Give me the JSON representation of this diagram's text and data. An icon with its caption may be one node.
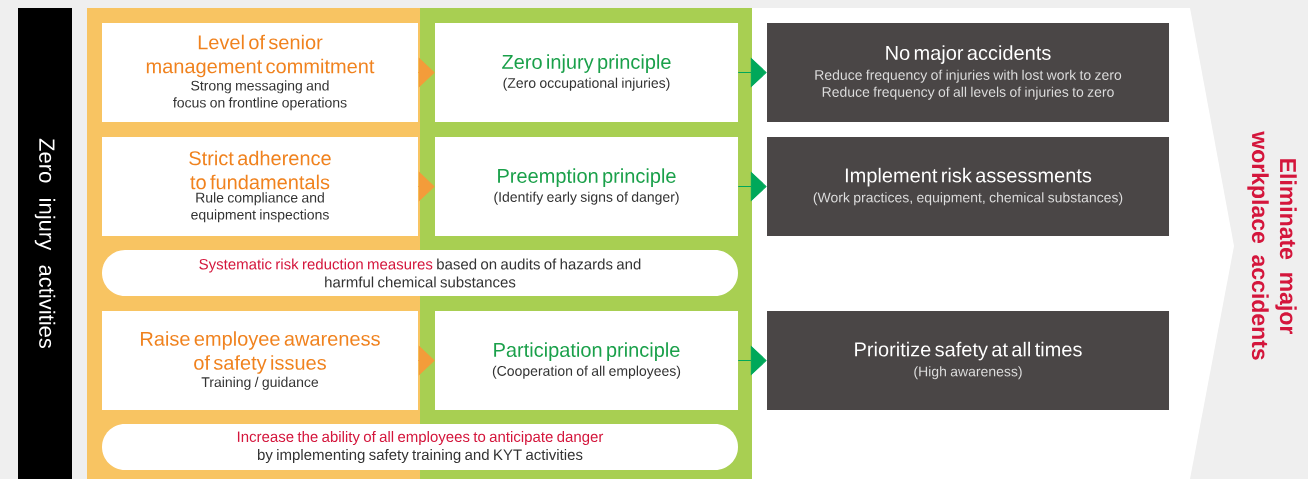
{
  "diagram": {
    "nodes": [
      {
        "text": [
          "Zero injury activities"
        ]
      },
      {
        "text": [
          "Level of senior management commitment",
          "Strong messaging and focus on frontline operations"
        ]
      },
      {
        "text": [
          "Zero injury principle",
          "(Zero occupational injuries)"
        ]
      },
      {
        "text": [
          "No major accidents",
          "Reduce frequency of injuries with lost work to zero",
          "Reduce frequency of all levels of injuries to zero"
        ]
      },
      {
        "text": [
          "Strict adherence to fundamentals",
          "Rule compliance and equipment inspections"
        ]
      },
      {
        "text": [
          "Preemption principle",
          "(Identify early signs of danger)"
        ]
      },
      {
        "text": [
          "Implement risk assessments",
          "(Work practices, equipment, chemical substances)"
        ]
      },
      {
        "text": [
          "Systematic risk reduction measures",
          "based on audits of hazards and harmful chemical substances"
        ]
      },
      {
        "text": [
          "Raise employee awareness of safety issues",
          "Training / guidance"
        ]
      },
      {
        "text": [
          "Participation principle",
          "(Cooperation of all employees)"
        ]
      },
      {
        "text": [
          "Prioritize safety at all times",
          "(High awareness)"
        ]
      },
      {
        "text": [
          "Increase the ability of all employees to anticipate danger",
          "by implementing safety training and KYT activities"
        ]
      }
    ],
    "edges": [
      {
        "from": 1,
        "to": 2,
        "arrow": "to",
        "color": "#f39c3a"
      },
      {
        "from": 2,
        "to": 3,
        "arrow": "to",
        "color": "#00a85a"
      },
      {
        "from": 4,
        "to": 5,
        "arrow": "to",
        "color": "#f39c3a"
      },
      {
        "from": 5,
        "to": 6,
        "arrow": "to",
        "color": "#00a85a"
      },
      {
        "from": 8,
        "to": 9,
        "arrow": "to",
        "color": "#f39c3a"
      },
      {
        "from": 9,
        "to": 10,
        "arrow": "to",
        "color": "#00a85a"
      }
    ],
    "labels": [
      "Eliminate major workplace accidents"
    ]
  }
}
